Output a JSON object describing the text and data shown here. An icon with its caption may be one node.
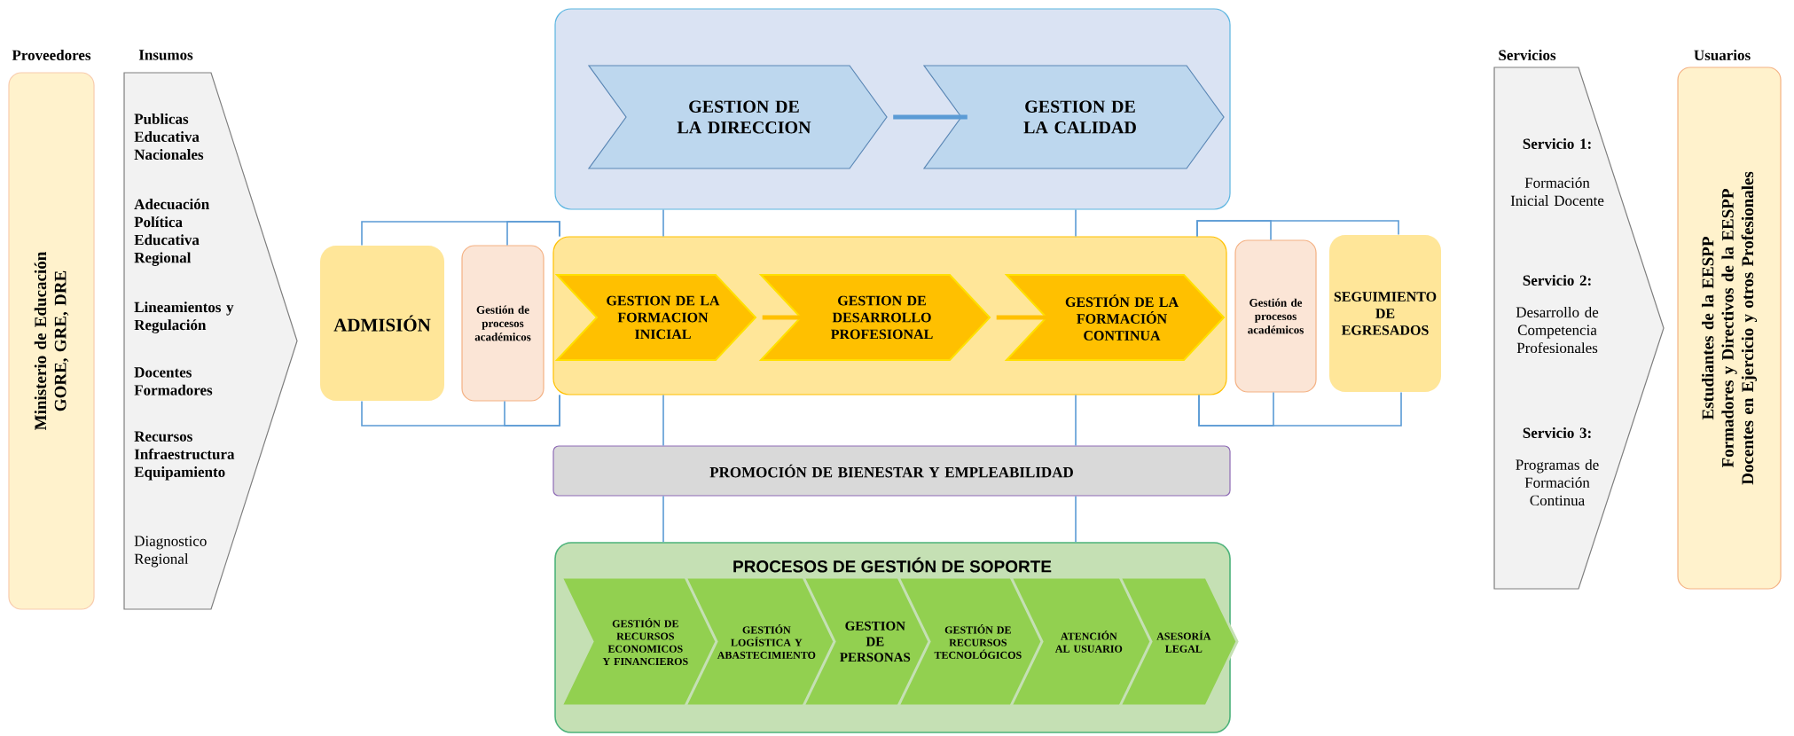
{
  "diagram": {
    "nodes": [
      {
        "text": [
          "Proveedores",
          "Ministerio de Educación",
          "GORE, GRE, DRE"
        ]
      },
      {
        "text": [
          "Insumos",
          "Publicas Educativa Nacionales",
          "Adecuación Política Educativa Regional",
          "Lineamientos y Regulación",
          "Docentes Formadores",
          "Recursos Infraestructura Equipamiento",
          "Diagnostico Regional"
        ]
      },
      {
        "text": [],
        "shape": "box"
      },
      {
        "text": [
          "GESTION DE LA DIRECCION"
        ],
        "in": 2
      },
      {
        "text": [
          "GESTION DE LA CALIDAD"
        ],
        "in": 2
      },
      {
        "text": [
          "ADMISIÓN"
        ]
      },
      {
        "text": [
          "Gestión de procesos académicos"
        ]
      },
      {
        "text": [],
        "shape": "box"
      },
      {
        "text": [
          "GESTION DE LA FORMACION INICIAL"
        ],
        "in": 7
      },
      {
        "text": [
          "GESTION DE DESARROLLO PROFESIONAL"
        ],
        "in": 7
      },
      {
        "text": [
          "GESTIÓN DE LA FORMACIÓN CONTINUA"
        ],
        "in": 7
      },
      {
        "text": [
          "Gestión de procesos académicos"
        ]
      },
      {
        "text": [
          "SEGUIMIENTO DE EGRESADOS"
        ]
      },
      {
        "text": [
          "PROMOCIÓN DE BIENESTAR Y EMPLEABILIDAD"
        ]
      },
      {
        "text": [
          "PROCESOS DE GESTIÓN DE SOPORTE"
        ]
      },
      {
        "text": [
          "GESTIÓN DE RECURSOS ECONOMICOS Y FINANCIEROS"
        ],
        "in": 14
      },
      {
        "text": [
          "GESTIÓN LOGÍSTICA Y ABASTECIMIENTO"
        ],
        "in": 14
      },
      {
        "text": [
          "GESTION DE PERSONAS"
        ],
        "in": 14
      },
      {
        "text": [
          "GESTIÓN DE RECURSOS TECNOLÓGICOS"
        ],
        "in": 14
      },
      {
        "text": [
          "ATENCIÓN AL USUARIO"
        ],
        "in": 14
      },
      {
        "text": [
          "ASESORÍA LEGAL"
        ],
        "in": 14
      },
      {
        "text": [
          "Servicios",
          "Servicio 1:",
          "Formación Inicial Docente",
          "Servicio 2:",
          "Desarrollo de Competencia Profesionales",
          "Servicio 3:",
          "Programas de Formación Continua"
        ]
      },
      {
        "text": [
          "Usuarios",
          "Estudiantes de la EESPP",
          "Formadores y Directivos de la EESPP",
          "Docentes en Ejercicio y otros Profesionales"
        ]
      }
    ],
    "edges": [
      {
        "from": 3,
        "to": 4,
        "arrow": "none",
        "style": "thick"
      },
      {
        "from": 8,
        "to": 9,
        "arrow": "none",
        "style": "thick",
        "color": "#ffc000"
      },
      {
        "from": 9,
        "to": 10,
        "arrow": "none",
        "style": "thick",
        "color": "#ffc000"
      },
      {
        "from": 2,
        "to": 7,
        "arrow": "none"
      },
      {
        "from": 2,
        "to": 7,
        "arrow": "none"
      },
      {
        "from": 7,
        "to": 13,
        "arrow": "none"
      },
      {
        "from": 7,
        "to": 13,
        "arrow": "none"
      },
      {
        "from": 13,
        "to": 14,
        "arrow": "none"
      },
      {
        "from": 13,
        "to": 14,
        "arrow": "none"
      },
      {
        "from": 5,
        "to": 7,
        "arrow": "none"
      },
      {
        "from": 6,
        "to": 7,
        "arrow": "none"
      },
      {
        "from": 5,
        "to": 7,
        "arrow": "none"
      },
      {
        "from": 6,
        "to": 7,
        "arrow": "none"
      },
      {
        "from": 7,
        "to": 11,
        "arrow": "none"
      },
      {
        "from": 7,
        "to": 12,
        "arrow": "none"
      },
      {
        "from": 7,
        "to": 11,
        "arrow": "none"
      },
      {
        "from": 7,
        "to": 12,
        "arrow": "none"
      }
    ]
  }
}
